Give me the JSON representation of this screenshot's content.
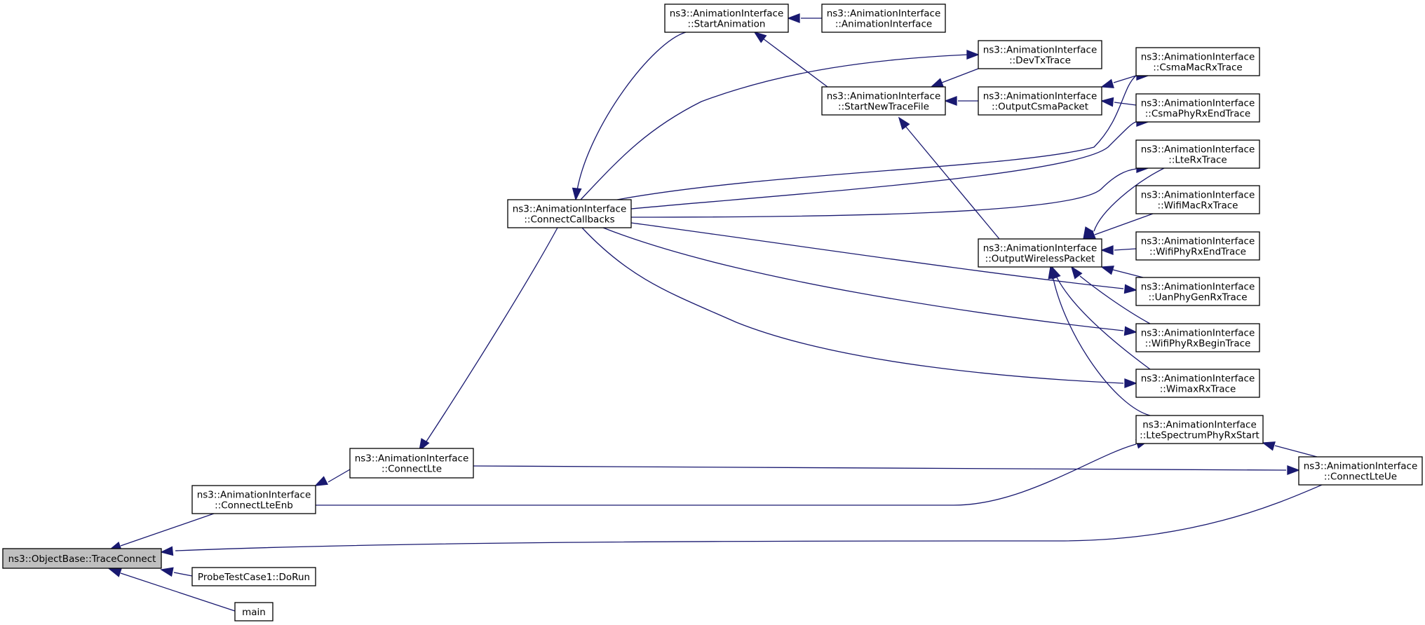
{
  "graph": {
    "nodes": {
      "trace_connect": {
        "lines": [
          "ns3::ObjectBase::TraceConnect"
        ],
        "highlight": true
      },
      "connect_lte_enb": {
        "lines": [
          "ns3::AnimationInterface",
          "::ConnectLteEnb"
        ]
      },
      "probe_dorun": {
        "lines": [
          "ProbeTestCase1::DoRun"
        ]
      },
      "main": {
        "lines": [
          "main"
        ]
      },
      "connect_lte": {
        "lines": [
          "ns3::AnimationInterface",
          "::ConnectLte"
        ]
      },
      "connect_callbacks": {
        "lines": [
          "ns3::AnimationInterface",
          "::ConnectCallbacks"
        ]
      },
      "start_animation": {
        "lines": [
          "ns3::AnimationInterface",
          "::StartAnimation"
        ]
      },
      "anim_iface_ctor": {
        "lines": [
          "ns3::AnimationInterface",
          "::AnimationInterface"
        ]
      },
      "start_new_trace_file": {
        "lines": [
          "ns3::AnimationInterface",
          "::StartNewTraceFile"
        ]
      },
      "dev_tx_trace": {
        "lines": [
          "ns3::AnimationInterface",
          "::DevTxTrace"
        ]
      },
      "output_csma_packet": {
        "lines": [
          "ns3::AnimationInterface",
          "::OutputCsmaPacket"
        ]
      },
      "csma_mac_rx_trace": {
        "lines": [
          "ns3::AnimationInterface",
          "::CsmaMacRxTrace"
        ]
      },
      "csma_phy_rx_end_trace": {
        "lines": [
          "ns3::AnimationInterface",
          "::CsmaPhyRxEndTrace"
        ]
      },
      "lte_rx_trace": {
        "lines": [
          "ns3::AnimationInterface",
          "::LteRxTrace"
        ]
      },
      "wifi_mac_rx_trace": {
        "lines": [
          "ns3::AnimationInterface",
          "::WifiMacRxTrace"
        ]
      },
      "output_wireless_packet": {
        "lines": [
          "ns3::AnimationInterface",
          "::OutputWirelessPacket"
        ]
      },
      "wifi_phy_rx_end_trace": {
        "lines": [
          "ns3::AnimationInterface",
          "::WifiPhyRxEndTrace"
        ]
      },
      "uan_phy_gen_rx_trace": {
        "lines": [
          "ns3::AnimationInterface",
          "::UanPhyGenRxTrace"
        ]
      },
      "wifi_phy_rx_begin_trace": {
        "lines": [
          "ns3::AnimationInterface",
          "::WifiPhyRxBeginTrace"
        ]
      },
      "wimax_rx_trace": {
        "lines": [
          "ns3::AnimationInterface",
          "::WimaxRxTrace"
        ]
      },
      "lte_spectrum_phy_rx_start": {
        "lines": [
          "ns3::AnimationInterface",
          "::LteSpectrumPhyRxStart"
        ]
      },
      "connect_lte_ue": {
        "lines": [
          "ns3::AnimationInterface",
          "::ConnectLteUe"
        ]
      }
    },
    "edges": [
      {
        "from": "connect_lte_enb",
        "to": "trace_connect"
      },
      {
        "from": "connect_lte_ue",
        "to": "trace_connect"
      },
      {
        "from": "probe_dorun",
        "to": "trace_connect"
      },
      {
        "from": "main",
        "to": "trace_connect"
      },
      {
        "from": "connect_lte",
        "to": "connect_lte_enb"
      },
      {
        "from": "lte_spectrum_phy_rx_start",
        "to": "connect_lte_enb"
      },
      {
        "from": "connect_callbacks",
        "to": "connect_lte"
      },
      {
        "from": "connect_lte_ue",
        "to": "connect_lte"
      },
      {
        "from": "start_animation",
        "to": "connect_callbacks"
      },
      {
        "from": "dev_tx_trace",
        "to": "connect_callbacks"
      },
      {
        "from": "csma_mac_rx_trace",
        "to": "connect_callbacks"
      },
      {
        "from": "csma_phy_rx_end_trace",
        "to": "connect_callbacks"
      },
      {
        "from": "lte_rx_trace",
        "to": "connect_callbacks"
      },
      {
        "from": "uan_phy_gen_rx_trace",
        "to": "connect_callbacks"
      },
      {
        "from": "wifi_phy_rx_begin_trace",
        "to": "connect_callbacks"
      },
      {
        "from": "wimax_rx_trace",
        "to": "connect_callbacks"
      },
      {
        "from": "anim_iface_ctor",
        "to": "start_animation"
      },
      {
        "from": "start_new_trace_file",
        "to": "start_animation"
      },
      {
        "from": "dev_tx_trace",
        "to": "start_new_trace_file"
      },
      {
        "from": "output_csma_packet",
        "to": "start_new_trace_file"
      },
      {
        "from": "output_wireless_packet",
        "to": "start_new_trace_file"
      },
      {
        "from": "csma_mac_rx_trace",
        "to": "output_csma_packet"
      },
      {
        "from": "csma_phy_rx_end_trace",
        "to": "output_csma_packet"
      },
      {
        "from": "lte_rx_trace",
        "to": "output_wireless_packet"
      },
      {
        "from": "wifi_mac_rx_trace",
        "to": "output_wireless_packet"
      },
      {
        "from": "wifi_phy_rx_end_trace",
        "to": "output_wireless_packet"
      },
      {
        "from": "uan_phy_gen_rx_trace",
        "to": "output_wireless_packet"
      },
      {
        "from": "wifi_phy_rx_begin_trace",
        "to": "output_wireless_packet"
      },
      {
        "from": "wimax_rx_trace",
        "to": "output_wireless_packet"
      },
      {
        "from": "lte_spectrum_phy_rx_start",
        "to": "output_wireless_packet"
      },
      {
        "from": "connect_lte_ue",
        "to": "lte_spectrum_phy_rx_start"
      }
    ],
    "colors": {
      "edge": "#191970",
      "highlight_fill": "#bfbfbf",
      "node_border": "#000000"
    }
  }
}
